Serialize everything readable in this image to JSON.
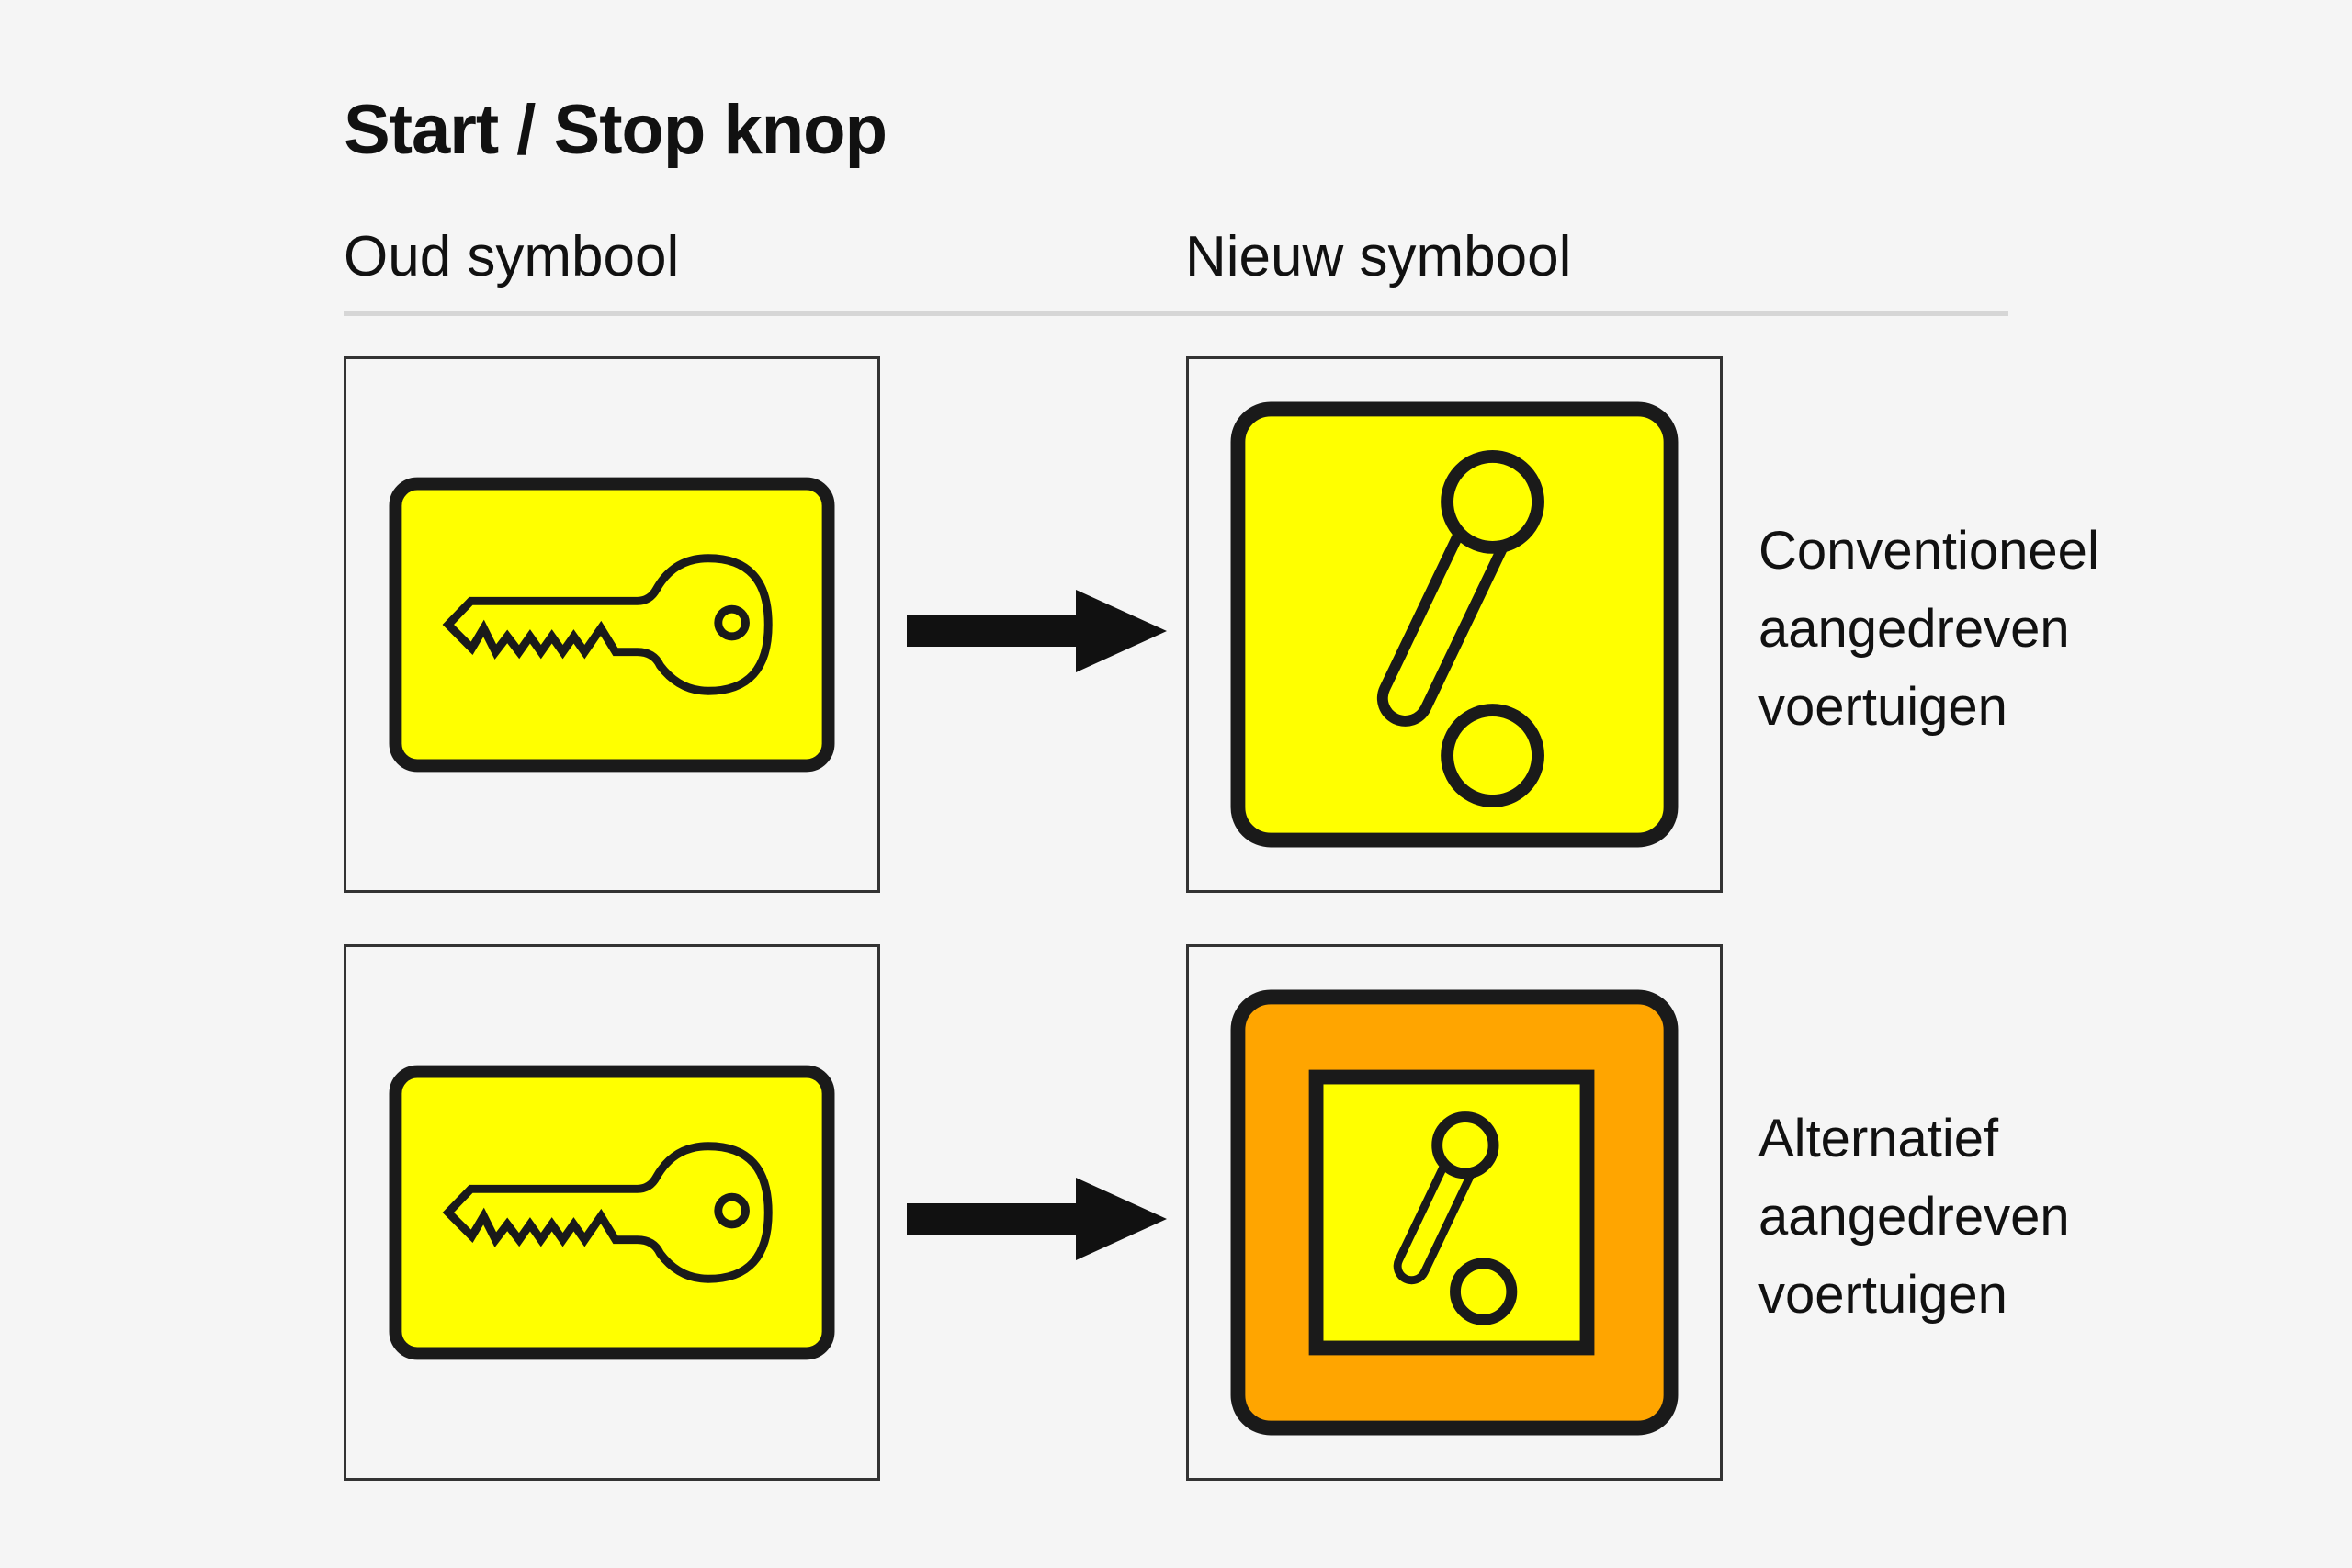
{
  "title": "Start / Stop knop",
  "columns": {
    "old": "Oud symbool",
    "new": "Nieuw symbool"
  },
  "rows": [
    {
      "label_lines": [
        "Conventioneel",
        "aangedreven",
        "voertuigen"
      ],
      "old_icon": "key-icon",
      "new_icon": "ignition-lever-icon",
      "new_background": "#FFFF00"
    },
    {
      "label_lines": [
        "Alternatief",
        "aangedreven",
        "voertuigen"
      ],
      "old_icon": "key-icon",
      "new_icon": "ignition-lever-framed-icon",
      "new_background": "#FFA500"
    }
  ],
  "colors": {
    "symbol_yellow": "#FFFF00",
    "symbol_orange": "#FFA500",
    "outline": "#1a1a1a",
    "page_background": "#f5f5f5"
  }
}
